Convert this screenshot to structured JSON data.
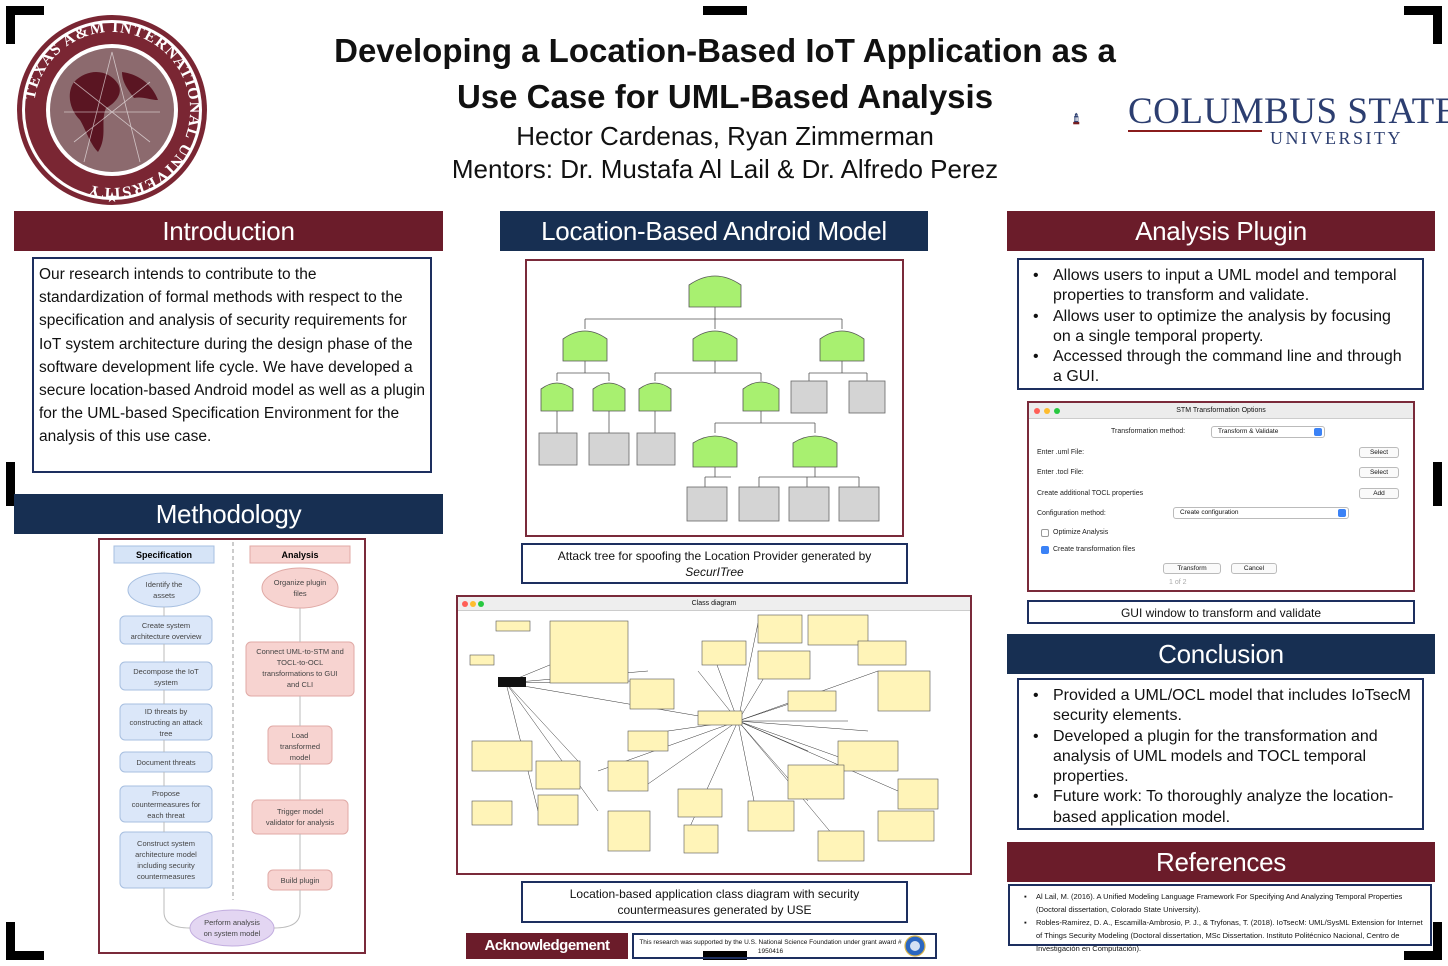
{
  "poster": {
    "title_line1": "Developing a Location-Based IoT Application as a",
    "title_line2": "Use Case for UML-Based Analysis",
    "authors": "Hector Cardenas, Ryan Zimmerman",
    "mentors": "Mentors: Dr. Mustafa Al Lail & Dr. Alfredo Perez"
  },
  "logos": {
    "left_seal_text": "TEXAS A&M INTERNATIONAL UNIVERSITY",
    "right_brand_main": "COLUMBUS STATE",
    "right_brand_sub": "UNIVERSITY"
  },
  "colors": {
    "maroon": "#6b1c2a",
    "navy": "#172f52",
    "box_border": "#1d2f5f",
    "tree_node_green": "#a8f070",
    "class_yellow": "#fff4b8"
  },
  "introduction": {
    "heading": "Introduction",
    "text": "Our research intends to contribute to the standardization of formal methods with respect to the specification and analysis of security requirements for IoT system architecture during the design phase of the software development life cycle. We have developed a secure location-based Android model as well as a plugin for the UML-based Specification Environment for the analysis of this use case."
  },
  "methodology": {
    "heading": "Methodology",
    "spec_header": "Specification",
    "analysis_header": "Analysis",
    "spec_steps": [
      "Identify the assets",
      "Create system architecture overview",
      "Decompose the IoT system",
      "ID threats by constructing an attack tree",
      "Document threats",
      "Propose countermeasures for each threat",
      "Construct system architecture model including security countermeasures"
    ],
    "analysis_steps": [
      "Organize plugin files",
      "Connect UML-to-STM and TOCL-to-OCL transformations to GUI and CLI",
      "Load transformed model",
      "Trigger model validator for analysis",
      "Build plugin"
    ],
    "final_step": "Perform analysis on system model"
  },
  "model": {
    "heading": "Location-Based Android Model",
    "tree_caption_line1": "Attack tree for spoofing the Location Provider generated by",
    "tree_caption_line2": "SecurITree",
    "class_caption_line1": "Location-based application class diagram with security",
    "class_caption_line2": "countermeasures generated by USE",
    "class_window_title": "Class diagram"
  },
  "acknowledgement": {
    "heading": "Acknowledgement",
    "text": "This research was supported by the U.S. National Science Foundation under grant award # 1950416"
  },
  "plugin": {
    "heading": "Analysis Plugin",
    "bullets": [
      "Allows users to input a UML model and temporal properties to transform and validate.",
      "Allows user to optimize the analysis by focusing on a single temporal property.",
      "Accessed through the command line and through a GUI."
    ],
    "gui_caption": "GUI window to transform and validate",
    "gui": {
      "window_title": "STM Transformation Options",
      "method_label": "Transformation method:",
      "method_value": "Transform & Validate",
      "uml_label": "Enter .uml File:",
      "tocl_label": "Enter .tocl File:",
      "select_label": "Select",
      "add_tocl_label": "Create additional TOCL properties",
      "add_label": "Add",
      "config_label": "Configuration method:",
      "config_value": "Create configuration",
      "optimize_label": "Optimize Analysis",
      "create_files_label": "Create transformation files",
      "transform_label": "Transform",
      "cancel_label": "Cancel",
      "page_label": "1 of 2"
    }
  },
  "conclusion": {
    "heading": "Conclusion",
    "bullets": [
      "Provided a UML/OCL model that includes IoTsecM security elements.",
      "Developed a plugin for the transformation and analysis of UML models and TOCL temporal properties.",
      "Future work: To thoroughly analyze the location-based application model."
    ]
  },
  "references": {
    "heading": "References",
    "items": [
      "Al Lail, M. (2016). A Unified Modeling Language Framework For Specifying And Analyzing Temporal Properties (Doctoral dissertation, Colorado State University).",
      "Robles-Ramirez, D. A., Escamilla-Ambrosio, P. J., & Tryfonas, T. (2018). IoTsecM: UML/SysML Extension for Internet of Things Security Modeling (Doctoral dissertation, MSc Dissertation. Instituto Politécnico Nacional, Centro de Investigación en Computación)."
    ]
  }
}
